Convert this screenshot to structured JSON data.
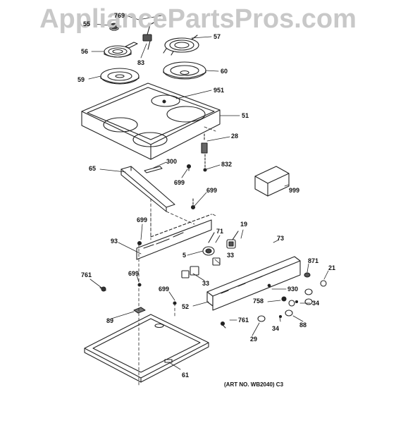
{
  "watermark": "AppliancePartsPros.com",
  "art_number": "(ART NO. WB2040) C3",
  "callouts": {
    "c769": "769",
    "c55": "55",
    "c56": "56",
    "c57": "57",
    "c83": "83",
    "c59": "59",
    "c60": "60",
    "c951": "951",
    "c51": "51",
    "c28": "28",
    "c65": "65",
    "c300": "300",
    "c832": "832",
    "c699a": "699",
    "c999": "999",
    "c699b": "699",
    "c699c": "699",
    "c93": "93",
    "c71": "71",
    "c19": "19",
    "c5": "5",
    "c33a": "33",
    "c73": "73",
    "c33b": "33",
    "c761a": "761",
    "c699d": "699",
    "c871": "871",
    "c21": "21",
    "c930": "930",
    "c699e": "699",
    "c52": "52",
    "c758": "758",
    "c34a": "34",
    "c89": "89",
    "c761b": "761",
    "c34b": "34",
    "c88": "88",
    "c29": "29",
    "c61": "61"
  }
}
